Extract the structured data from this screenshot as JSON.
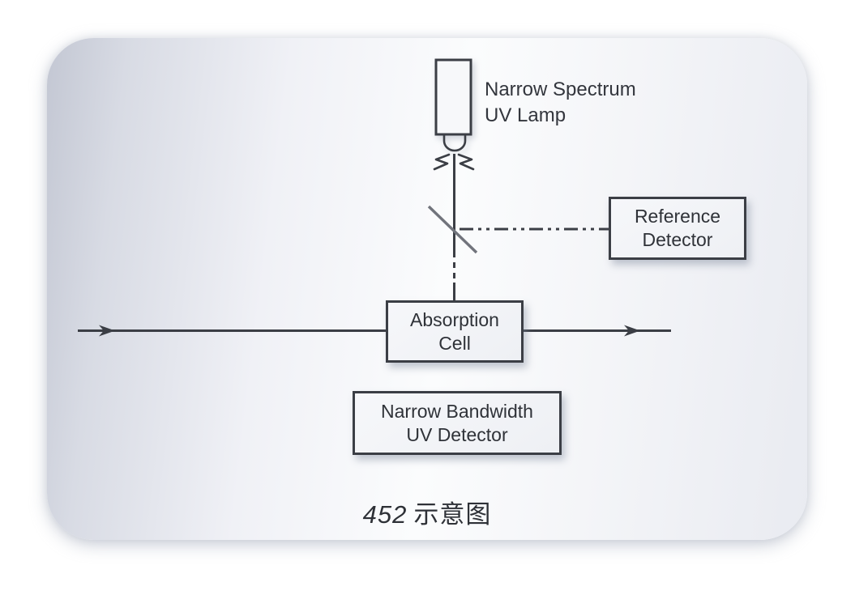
{
  "diagram": {
    "uv_lamp": {
      "label_line1": "Narrow Spectrum",
      "label_line2": "UV Lamp"
    },
    "reference_detector": {
      "line1": "Reference",
      "line2": "Detector"
    },
    "absorption_cell": {
      "line1": "Absorption",
      "line2": "Cell"
    },
    "uv_detector": {
      "line1": "Narrow Bandwidth",
      "line2": "UV Detector"
    },
    "caption": {
      "number": "452",
      "label": "示意图"
    }
  },
  "colors": {
    "line": "#3b3e45",
    "beam_splitter": "#71747c",
    "text": "#2f3238",
    "panel_gradient_left": "#c3c7d3",
    "panel_gradient_center": "#fbfcfd",
    "panel_gradient_right": "#e9ebf1",
    "background": "#ffffff"
  }
}
